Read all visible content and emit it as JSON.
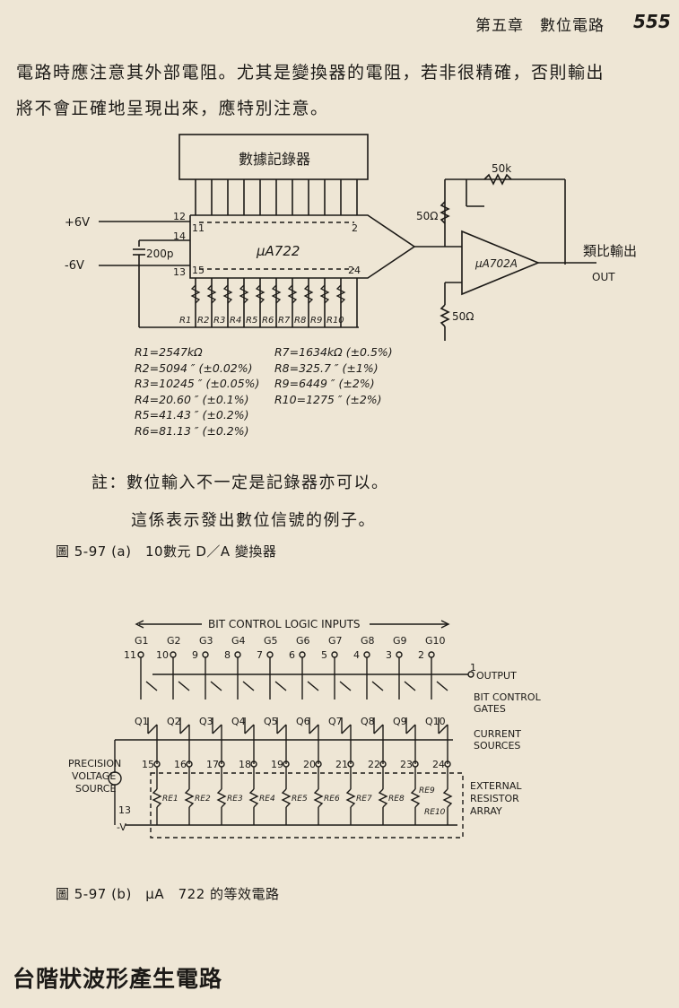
{
  "header": {
    "chapter": "第五章　數位電路",
    "page_number": "555"
  },
  "body_text": {
    "line1": "電路時應注意其外部電阻。尤其是變換器的電阻，若非很精確，否則輸出",
    "line2": "將不會正確地呈現出來，應特別注意。"
  },
  "figure_a": {
    "register_label": "數據記錄器",
    "chip_label": "μA722",
    "supply_pos": "+6V",
    "supply_neg": "-6V",
    "capacitor": "200p",
    "pins": {
      "p12": "12",
      "p11": "11",
      "p2": "2",
      "p14": "14",
      "p13": "13",
      "p15": "15",
      "p24": "24"
    },
    "opamp_label": "μA702A",
    "feedback_resistor": "50k",
    "input_resistor": "50Ω",
    "ground_resistor": "50Ω",
    "output_label": "類比輸出",
    "out_label": "OUT",
    "resistor_labels": [
      "R1",
      "R2",
      "R3",
      "R4",
      "R5",
      "R6",
      "R7",
      "R8",
      "R9",
      "R10"
    ],
    "resistor_values_left": [
      "R1=2547kΩ",
      "R2=5094 ″ (±0.02%)",
      "R3=10245 ″ (±0.05%)",
      "R4=20.60 ″ (±0.1%)",
      "R5=41.43 ″ (±0.2%)",
      "R6=81.13 ″ (±0.2%)"
    ],
    "resistor_values_right": [
      "R7=1634kΩ (±0.5%)",
      "R8=325.7 ″ (±1%)",
      "R9=6449 ″ (±2%)",
      "R10=1275 ″ (±2%)"
    ],
    "note_line1": "註：數位輸入不一定是記錄器亦可以。",
    "note_line2": "這係表示發出數位信號的例子。",
    "caption": "圖 5-97 (a)　10數元 D／A 變換器"
  },
  "figure_b": {
    "top_label": "BIT CONTROL LOGIC INPUTS",
    "gate_labels": [
      "G1",
      "G2",
      "G3",
      "G4",
      "G5",
      "G6",
      "G7",
      "G8",
      "G9",
      "G10"
    ],
    "gate_pins": [
      "11",
      "10",
      "9",
      "8",
      "7",
      "6",
      "5",
      "4",
      "3",
      "2"
    ],
    "transistor_labels": [
      "Q1",
      "Q2",
      "Q3",
      "Q4",
      "Q5",
      "Q6",
      "Q7",
      "Q8",
      "Q9",
      "Q10"
    ],
    "source_pins": [
      "15",
      "16",
      "17",
      "18",
      "19",
      "20",
      "21",
      "22",
      "23",
      "24"
    ],
    "resistor_labels": [
      "RE1",
      "RE2",
      "RE3",
      "RE4",
      "RE5",
      "RE6",
      "RE7",
      "RE8",
      "RE9",
      "RE10"
    ],
    "output_pin": "1",
    "output_label": "OUTPUT",
    "gates_label_1": "BIT CONTROL",
    "gates_label_2": "GATES",
    "current_label_1": "CURRENT",
    "current_label_2": "SOURCES",
    "precision_1": "PRECISION",
    "precision_2": "VOLTAGE",
    "precision_3": "SOURCE",
    "neg_pin": "13",
    "neg_label": "-V",
    "external_1": "EXTERNAL",
    "external_2": "RESISTOR",
    "external_3": "ARRAY",
    "caption": "圖 5-97 (b)　μA　722 的等效電路"
  },
  "section_heading": "台階狀波形產生電路"
}
